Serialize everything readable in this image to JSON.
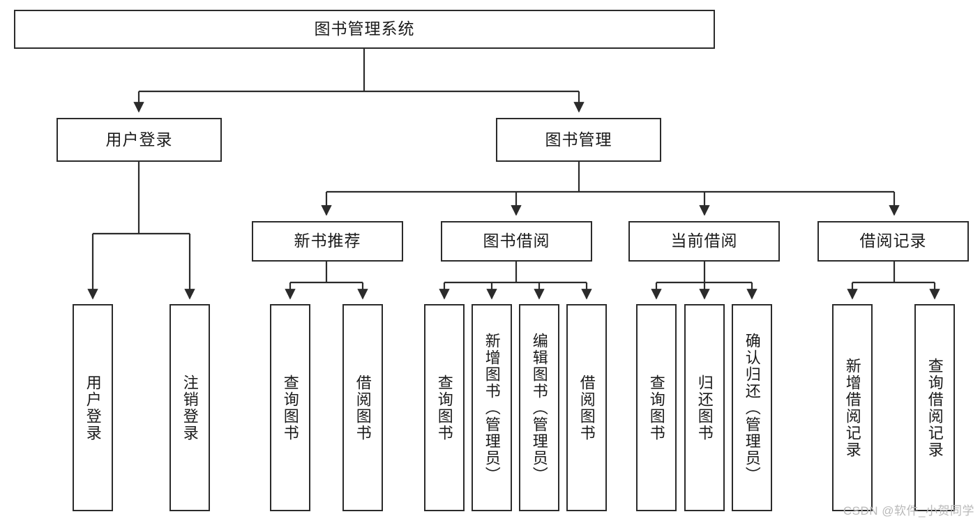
{
  "diagram": {
    "title": "图书管理系统",
    "type": "tree-hierarchy-diagram",
    "watermark": "CSDN @软件_小贺同学",
    "colors": {
      "stroke": "#2b2b2b",
      "fill": "#ffffff",
      "text": "#1a1a1a",
      "watermark": "#b9b9b9"
    },
    "nodes": {
      "root": {
        "label": "图书管理系统"
      },
      "level2": [
        {
          "id": "user-login",
          "label": "用户登录"
        },
        {
          "id": "book-manage",
          "label": "图书管理"
        }
      ],
      "level3": [
        {
          "id": "new-book-rec",
          "label": "新书推荐"
        },
        {
          "id": "book-borrow",
          "label": "图书借阅"
        },
        {
          "id": "current-borrow",
          "label": "当前借阅"
        },
        {
          "id": "borrow-record",
          "label": "借阅记录"
        }
      ],
      "leaves": [
        {
          "id": "leaf-user-login",
          "label": "用户登录",
          "parent": "user-login"
        },
        {
          "id": "leaf-logout-login",
          "label": "注销登录",
          "parent": "user-login"
        },
        {
          "id": "leaf-query-book-1",
          "label": "查询图书",
          "parent": "new-book-rec"
        },
        {
          "id": "leaf-borrow-book-1",
          "label": "借阅图书",
          "parent": "new-book-rec"
        },
        {
          "id": "leaf-query-book-2",
          "label": "查询图书",
          "parent": "book-borrow"
        },
        {
          "id": "leaf-add-book",
          "label": "新增图书（管理员）",
          "parent": "book-borrow"
        },
        {
          "id": "leaf-edit-book",
          "label": "编辑图书（管理员）",
          "parent": "book-borrow"
        },
        {
          "id": "leaf-borrow-book-2",
          "label": "借阅图书",
          "parent": "book-borrow"
        },
        {
          "id": "leaf-query-book-3",
          "label": "查询图书",
          "parent": "current-borrow"
        },
        {
          "id": "leaf-return-book",
          "label": "归还图书",
          "parent": "current-borrow"
        },
        {
          "id": "leaf-confirm-return",
          "label": "确认归还（管理员）",
          "parent": "current-borrow"
        },
        {
          "id": "leaf-add-record",
          "label": "新增借阅记录",
          "parent": "borrow-record"
        },
        {
          "id": "leaf-query-record",
          "label": "查询借阅记录",
          "parent": "borrow-record"
        }
      ]
    }
  }
}
